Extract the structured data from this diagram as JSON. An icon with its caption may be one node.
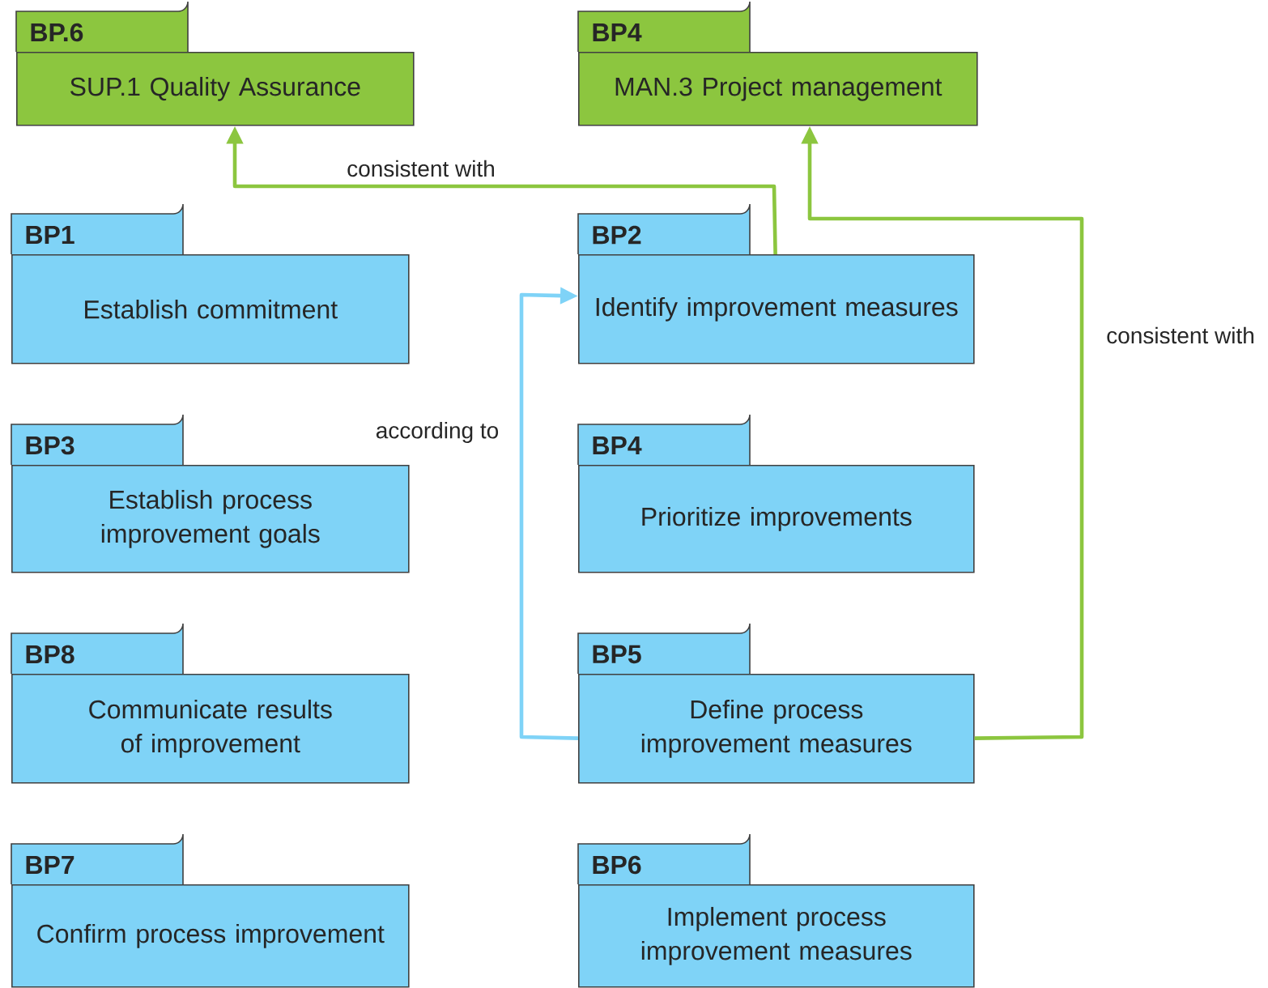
{
  "diagram": {
    "nodes": [
      {
        "text": [
          "BP.6",
          "SUP.1 Quality Assurance"
        ]
      },
      {
        "text": [
          "BP4",
          "MAN.3 Project management"
        ]
      },
      {
        "text": [
          "BP1",
          "Establish commitment"
        ]
      },
      {
        "text": [
          "BP2",
          "Identify improvement measures"
        ]
      },
      {
        "text": [
          "BP3",
          "Establish process improvement goals"
        ]
      },
      {
        "text": [
          "BP4",
          "Prioritize improvements"
        ]
      },
      {
        "text": [
          "BP8",
          "Communicate results of improvement"
        ]
      },
      {
        "text": [
          "BP5",
          "Define process improvement measures"
        ]
      },
      {
        "text": [
          "BP7",
          "Confirm process improvement"
        ]
      },
      {
        "text": [
          "BP6",
          "Implement process improvement measures"
        ]
      }
    ],
    "edges": [
      {
        "from": 3,
        "to": 0,
        "arrow": "to",
        "label": "consistent with",
        "color": "#8cc63f"
      },
      {
        "from": 7,
        "to": 1,
        "arrow": "to",
        "label": "consistent with",
        "color": "#8cc63f"
      },
      {
        "from": 7,
        "to": 3,
        "arrow": "to",
        "label": "according to",
        "color": "#7fd3f7"
      }
    ]
  }
}
